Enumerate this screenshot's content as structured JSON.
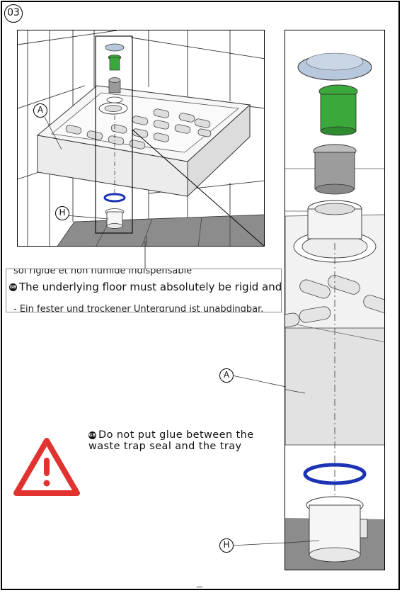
{
  "step": {
    "number": "03"
  },
  "callouts": {
    "tray": "A",
    "trap": "H"
  },
  "floor_note": {
    "language_flag": "GB",
    "text": "The underlying floor must absolutely be rigid and dry",
    "clipped_line_above": "sol rigide et non humide indispensable",
    "clipped_line_below": "- Ein fester und trockener Untergrund ist unabdingbar."
  },
  "warning_note": {
    "language_flag": "GB",
    "line1": "Do not put glue between the",
    "line2": "waste trap seal and the tray"
  },
  "colors": {
    "warning_red": "#e0332f",
    "grate_blue": "#b8c8dc",
    "filter_green": "#3aa83a",
    "seal_blue": "#1c34b4",
    "floor_grey": "#8c8c8c"
  }
}
